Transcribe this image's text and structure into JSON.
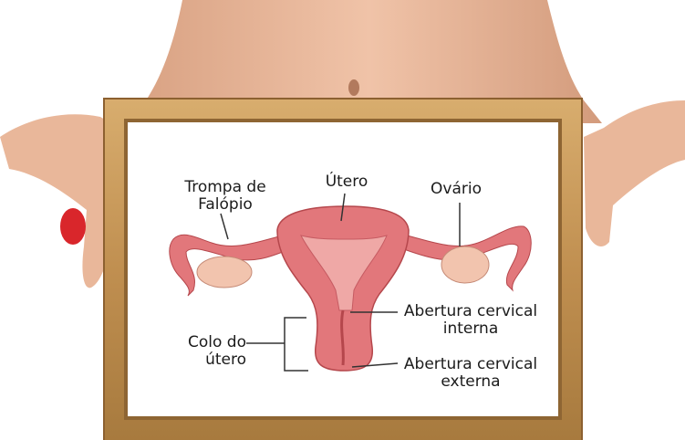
{
  "labels": {
    "trompa_line1": "Trompa de",
    "trompa_line2": "Falópio",
    "utero": "Útero",
    "ovario": "Ovário",
    "abertura_interna_line1": "Abertura cervical",
    "abertura_interna_line2": "interna",
    "colo_line1": "Colo do",
    "colo_line2": "útero",
    "abertura_externa_line1": "Abertura cervical",
    "abertura_externa_line2": "externa"
  },
  "colors": {
    "skin": "#e9b79a",
    "frame_wood": "#c79a5c",
    "frame_dark": "#9c6f35",
    "uterus": "#e2777b",
    "uterus_light": "#efa8a6",
    "ovary": "#f2c4ae",
    "bracelet": "#d9262b",
    "label_text": "#1b1b1b"
  },
  "icons": [
    "hand",
    "bracelet",
    "navel"
  ]
}
